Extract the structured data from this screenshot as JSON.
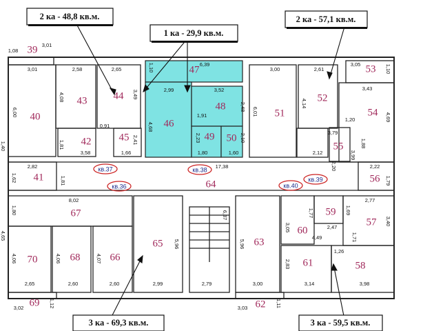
{
  "callouts": [
    {
      "text": "2 ка - 48,8 кв.м."
    },
    {
      "text": "1 ка - 29,9 кв.м."
    },
    {
      "text": "2 ка - 57,1 кв.м."
    },
    {
      "text": "3 ка - 69,3 кв.м."
    },
    {
      "text": "3 ка - 59,5 кв.м."
    }
  ],
  "apartments": [
    {
      "label": "кв.37"
    },
    {
      "label": "кв.38"
    },
    {
      "label": "кв.36"
    },
    {
      "label": "кв.40"
    },
    {
      "label": "кв.39"
    }
  ],
  "rooms": [
    "39",
    "40",
    "41",
    "42",
    "43",
    "44",
    "45",
    "46",
    "47",
    "48",
    "49",
    "50",
    "51",
    "52",
    "53",
    "54",
    "55",
    "56",
    "57",
    "58",
    "59",
    "60",
    "61",
    "62",
    "63",
    "64",
    "65",
    "66",
    "67",
    "68",
    "69",
    "70"
  ],
  "dimensions": [
    "1,08",
    "3,01",
    "3,01",
    "2,58",
    "2,65",
    "6,00",
    "4,08",
    "3,49",
    "0,91",
    "1,81",
    "3,58",
    "2,41",
    "1,66",
    "1,10",
    "6,39",
    "2,99",
    "3,52",
    "4,68",
    "2,48",
    "1,91",
    "2,23",
    "2,10",
    "1,80",
    "1,60",
    "17,38",
    "3,00",
    "2,61",
    "3,05",
    "1,10",
    "3,43",
    "6,01",
    "4,14",
    "4,69",
    "1,20",
    "3,79",
    "1,88",
    "2,12",
    "3,99",
    "2,20",
    "2,22",
    "1,79",
    "2,82",
    "1,62",
    "1,81",
    "8,02",
    "1,80",
    "6,37",
    "5,96",
    "5,96",
    "3,05",
    "1,77",
    "1,69",
    "2,77",
    "2,47",
    "1,71",
    "3,40",
    "4,49",
    "1,26",
    "2,83",
    "4,06",
    "4,06",
    "4,07",
    "2,65",
    "2,60",
    "2,60",
    "2,99",
    "2,79",
    "3,00",
    "3,14",
    "3,98",
    "3,02",
    "1,12",
    "3,03",
    "1,11",
    "4,65",
    "1,40"
  ],
  "colors": {
    "highlight": "#7fe3e3",
    "room_number": "#a0285a",
    "apartment_label": "#1a2a8a",
    "apartment_ring": "#cc2222",
    "wall": "#222222"
  }
}
